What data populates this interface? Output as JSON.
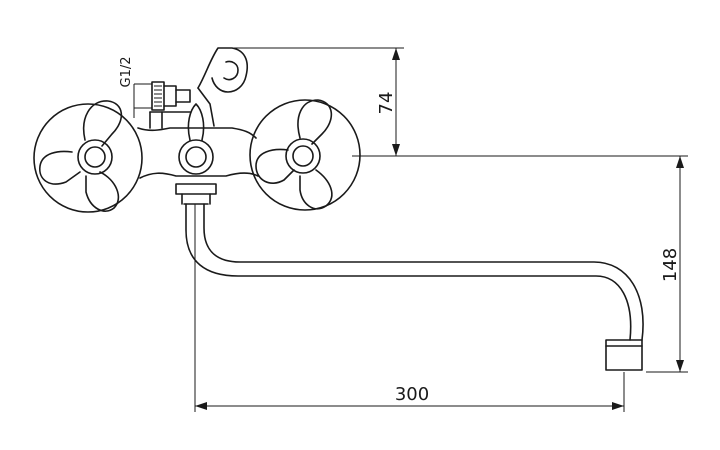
{
  "drawing": {
    "thread_label": "G1/2",
    "dimensions": {
      "height_top": "74",
      "height_spout": "148",
      "spout_reach": "300"
    },
    "line_color": "#1a1a1a",
    "background": "#ffffff"
  }
}
